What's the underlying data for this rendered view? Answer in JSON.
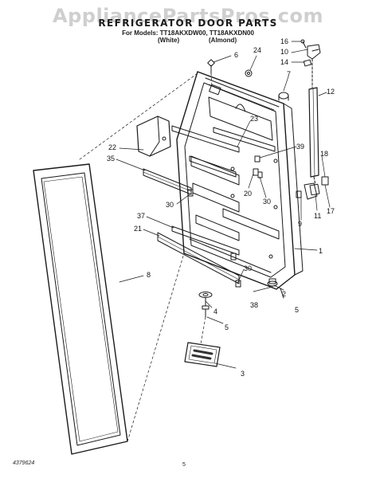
{
  "header": {
    "watermark": "AppliancePartsPros.com",
    "title": "REFRIGERATOR DOOR PARTS",
    "models_line": "For Models: TT18AKXDW00, TT18AKXDN00",
    "variant_white": "(White)",
    "variant_almond": "(Almond)"
  },
  "callouts": [
    {
      "id": "c6",
      "label": "6"
    },
    {
      "id": "c24",
      "label": "24"
    },
    {
      "id": "c16",
      "label": "16"
    },
    {
      "id": "c10",
      "label": "10"
    },
    {
      "id": "c14",
      "label": "14"
    },
    {
      "id": "c7",
      "label": "7"
    },
    {
      "id": "c12",
      "label": "12"
    },
    {
      "id": "c23",
      "label": "23"
    },
    {
      "id": "c39",
      "label": "39"
    },
    {
      "id": "c22",
      "label": "22"
    },
    {
      "id": "c35",
      "label": "35"
    },
    {
      "id": "c18",
      "label": "18"
    },
    {
      "id": "c20",
      "label": "20"
    },
    {
      "id": "c30a",
      "label": "30"
    },
    {
      "id": "c30b",
      "label": "30"
    },
    {
      "id": "c9",
      "label": "9"
    },
    {
      "id": "c11",
      "label": "11"
    },
    {
      "id": "c17",
      "label": "17"
    },
    {
      "id": "c37",
      "label": "37"
    },
    {
      "id": "c21",
      "label": "21"
    },
    {
      "id": "c1",
      "label": "1"
    },
    {
      "id": "c8",
      "label": "8"
    },
    {
      "id": "c30c",
      "label": "30"
    },
    {
      "id": "c2",
      "label": "2"
    },
    {
      "id": "c5a",
      "label": "5"
    },
    {
      "id": "c38",
      "label": "38"
    },
    {
      "id": "c4",
      "label": "4"
    },
    {
      "id": "c5b",
      "label": "5"
    },
    {
      "id": "c3",
      "label": "3"
    }
  ],
  "footer": {
    "doc_number": "4379624",
    "page_number": "5"
  }
}
